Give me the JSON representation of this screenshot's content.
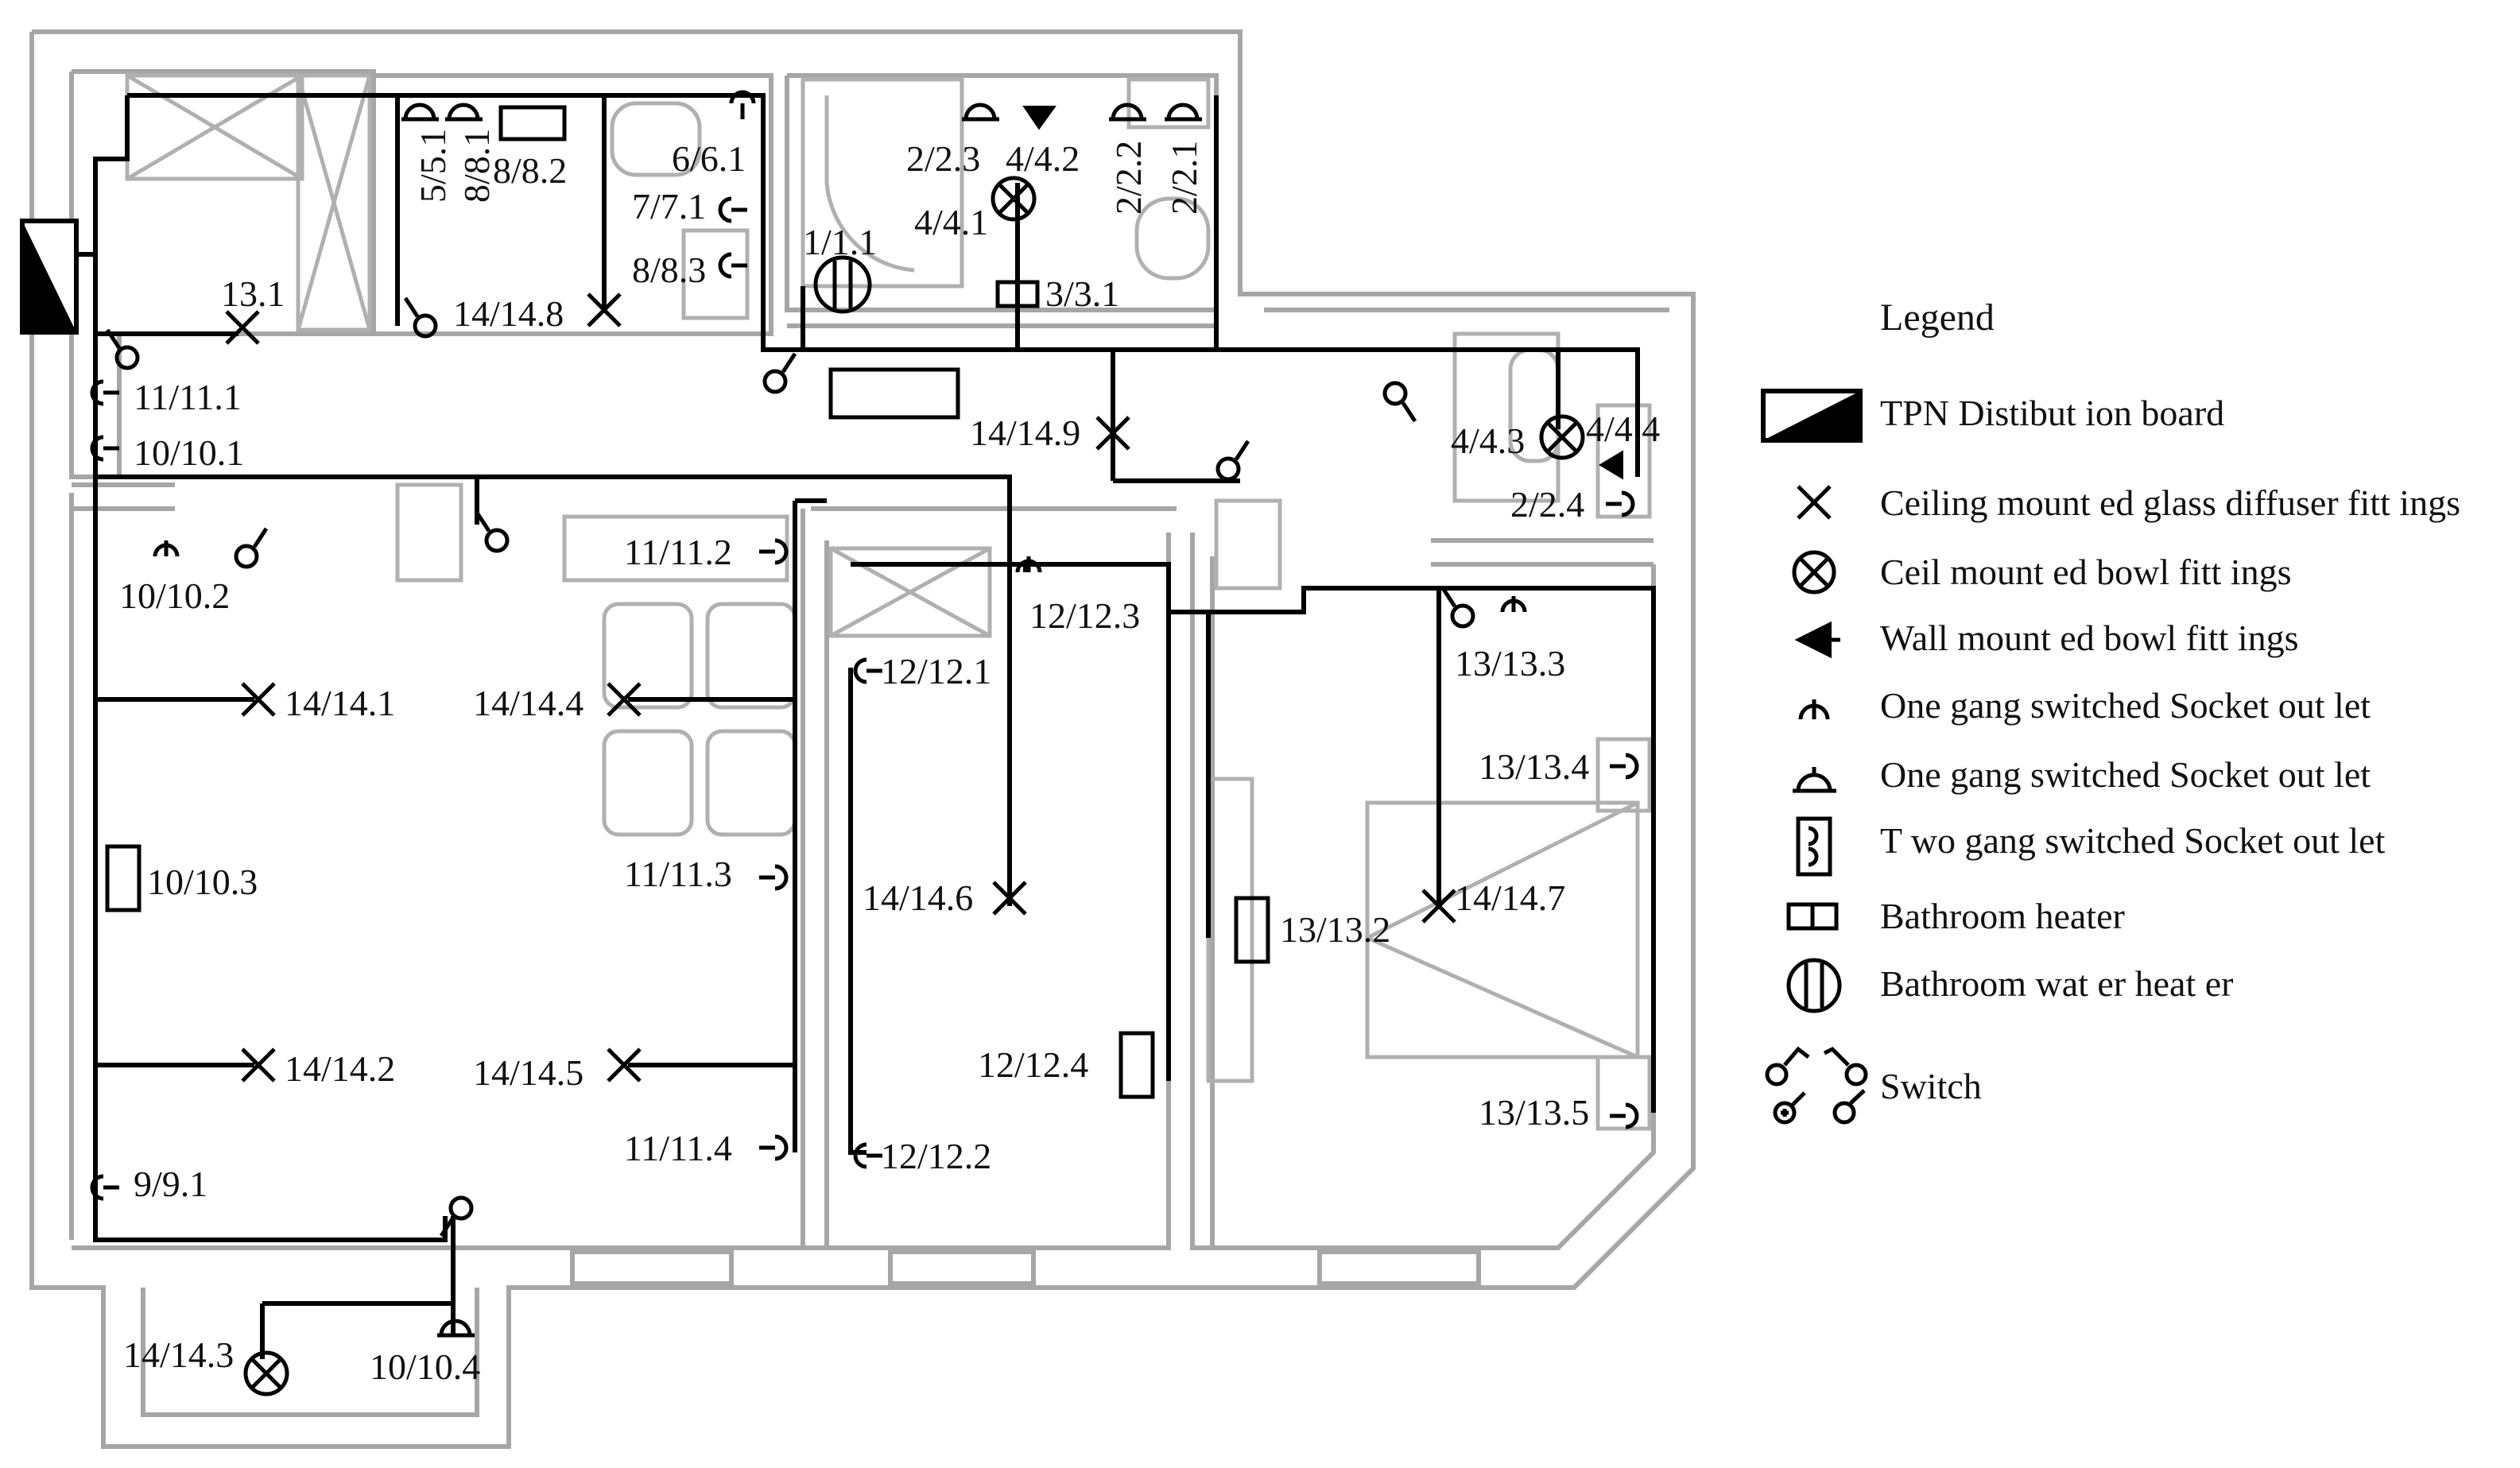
{
  "legend": {
    "title": "Legend",
    "items": [
      {
        "icon": "tpn-distribution-board-icon",
        "label": "TPN Distibut ion board"
      },
      {
        "icon": "ceiling-glass-diffuser-icon",
        "label": "Ceiling mount ed glass diffuser fitt ings"
      },
      {
        "icon": "ceiling-bowl-fitting-icon",
        "label": "Ceil mount ed bowl fitt ings"
      },
      {
        "icon": "wall-bowl-fitting-icon",
        "label": "Wall mount ed bowl fitt ings"
      },
      {
        "icon": "one-gang-socket-icon",
        "label": "One gang switched Socket out let"
      },
      {
        "icon": "one-gang-socket-alt-icon",
        "label": "One gang switched Socket out let"
      },
      {
        "icon": "two-gang-socket-icon",
        "label": "T wo gang switched Socket out let"
      },
      {
        "icon": "bathroom-heater-icon",
        "label": "Bathroom heater"
      },
      {
        "icon": "bathroom-water-heater-icon",
        "label": "Bathroom wat er heat er"
      },
      {
        "icon": "switch-icon",
        "label": "Switch"
      }
    ]
  },
  "labels": [
    "5/5.1",
    "8/8.1",
    "8/8.2",
    "6/6.1",
    "7/7.1",
    "8/8.3",
    "2/2.3",
    "4/4.2",
    "2/2.2",
    "2/2.1",
    "4/4.1",
    "1/1.1",
    "3/3.1",
    "13.1",
    "14/14.8",
    "11/11.1",
    "10/10.1",
    "14/14.9",
    "4/4.3",
    "4/4.4",
    "2/2.4",
    "10/10.2",
    "11/11.2",
    "12/12.3",
    "13/13.3",
    "12/12.1",
    "14/14.1",
    "14/14.4",
    "13/13.4",
    "10/10.3",
    "11/11.3",
    "14/14.6",
    "14/14.7",
    "13/13.2",
    "14/14.2",
    "14/14.5",
    "12/12.4",
    "13/13.5",
    "11/11.4",
    "12/12.2",
    "9/9.1",
    "14/14.3",
    "10/10.4"
  ]
}
